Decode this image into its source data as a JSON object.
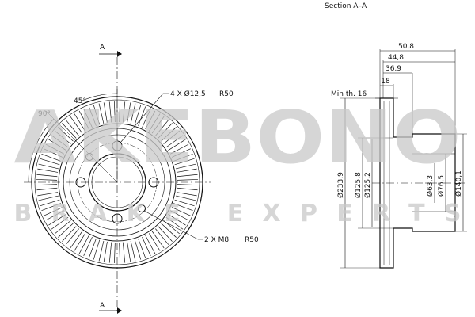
{
  "section_title": "Section A–A",
  "section_markers": [
    "A",
    "A"
  ],
  "front_view": {
    "angle_labels": [
      "45°",
      "90°"
    ],
    "bolt_holes_note": "4 X Ø12,5",
    "bolt_holes_radius": "R50",
    "thread_holes_note": "2 X M8",
    "thread_holes_radius": "R50"
  },
  "section_view": {
    "min_thickness": "Min th. 16",
    "top_dimensions": [
      "50,8",
      "44,8",
      "36,9",
      "18"
    ],
    "diameters": [
      "Ø233,9",
      "Ø125,8",
      "Ø125,2",
      "Ø63,3",
      "Ø76,5",
      "Ø140,1"
    ]
  },
  "watermark": {
    "logo_text": "AKEBONO",
    "tagline": "BRAKE EXPERTS"
  }
}
